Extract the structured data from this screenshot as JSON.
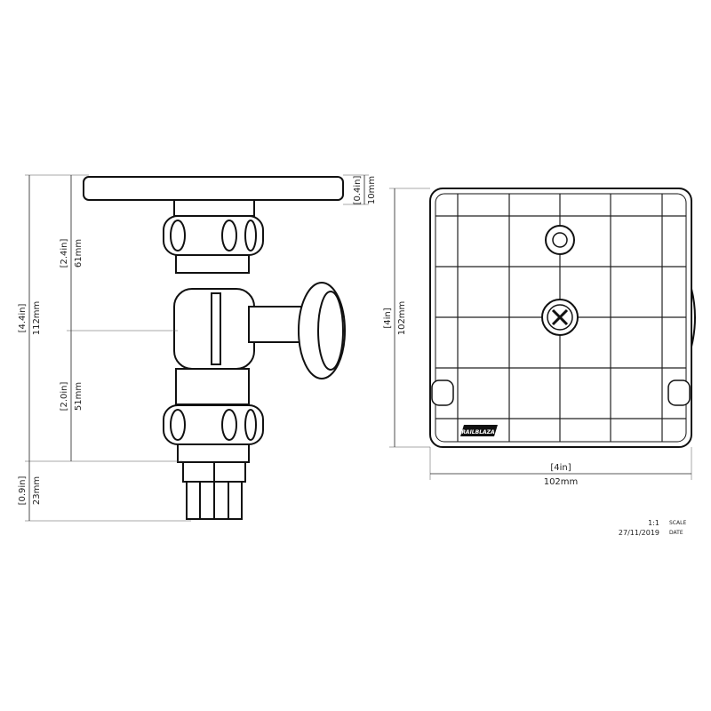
{
  "side_view": {
    "overall_height": {
      "imperial": "[4.4in]",
      "metric": "112mm"
    },
    "upper_height": {
      "imperial": "[2.4in]",
      "metric": "61mm"
    },
    "lower_height": {
      "imperial": "[2.0in]",
      "metric": "51mm"
    },
    "base_height": {
      "imperial": "[0.9in]",
      "metric": "23mm"
    },
    "plate_thickness": {
      "imperial": "[0.4in]",
      "metric": "10mm"
    }
  },
  "top_view": {
    "height": {
      "imperial": "[4in]",
      "metric": "102mm"
    },
    "width": {
      "imperial": "[4in]",
      "metric": "102mm"
    },
    "logo_text": "RAILBLAZA"
  },
  "title_block": {
    "scale_value": "1:1",
    "scale_label": "SCALE",
    "date_value": "27/11/2019",
    "date_label": "DATE"
  }
}
